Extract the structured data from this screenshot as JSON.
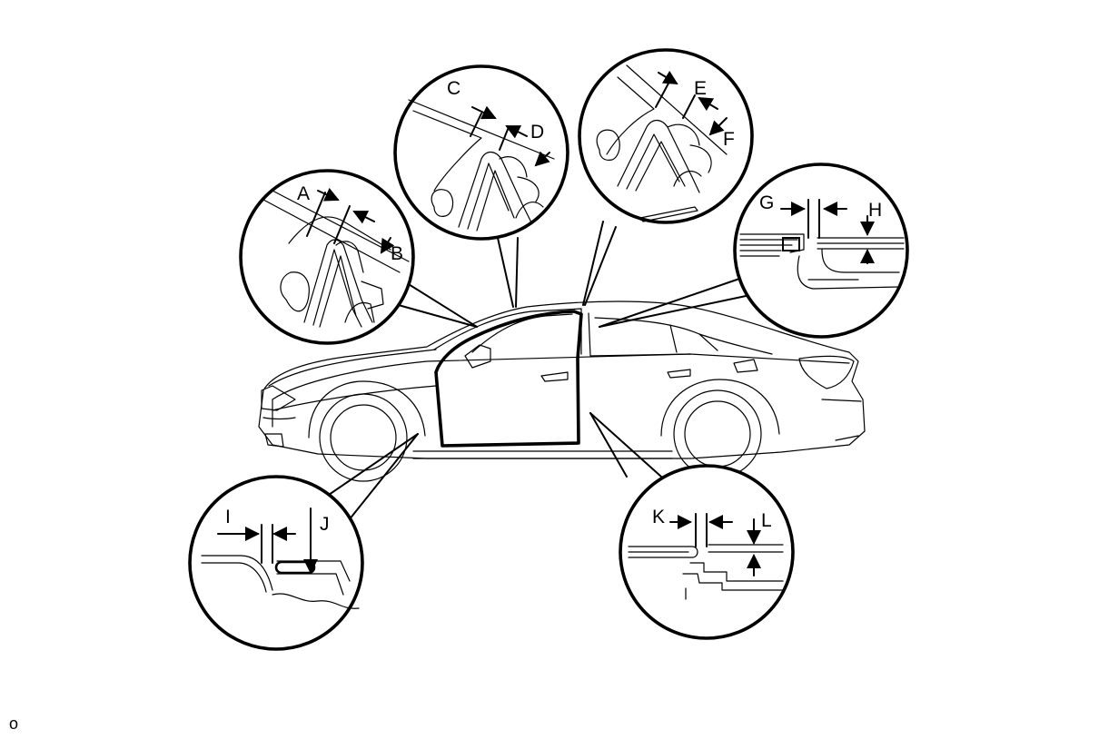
{
  "diagram": {
    "labels": {
      "A": "A",
      "B": "B",
      "C": "C",
      "D": "D",
      "E": "E",
      "F": "F",
      "G": "G",
      "H": "H",
      "I": "I",
      "J": "J",
      "K": "K",
      "L": "L"
    },
    "illustration_code": "o"
  }
}
